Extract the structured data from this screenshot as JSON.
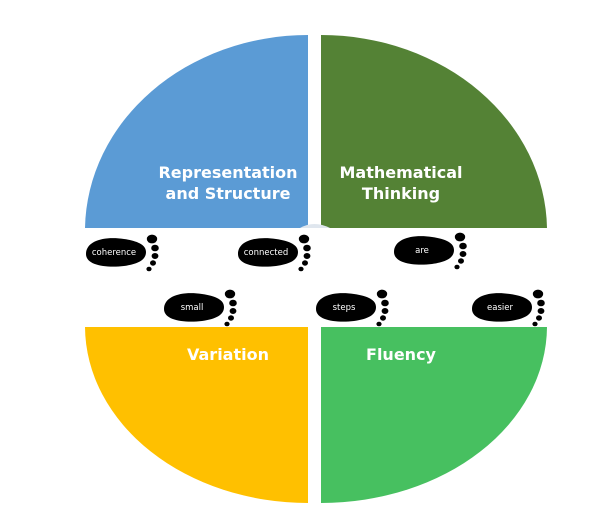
{
  "quadrants": [
    {
      "id": "tl",
      "label_lines": [
        "Representation",
        "and Structure"
      ],
      "color": "#5b9bd5"
    },
    {
      "id": "tr",
      "label_lines": [
        "Mathematical",
        "Thinking"
      ],
      "color": "#548235"
    },
    {
      "id": "bl",
      "label_lines": [
        "Variation"
      ],
      "color": "#ffc000"
    },
    {
      "id": "br",
      "label_lines": [
        "Fluency"
      ],
      "color": "#47c060"
    }
  ],
  "footprints": [
    {
      "word": "coherence",
      "direction": "right"
    },
    {
      "word": "connected",
      "direction": "right"
    },
    {
      "word": "are",
      "direction": "right"
    },
    {
      "word": "small",
      "direction": "right"
    },
    {
      "word": "steps",
      "direction": "right"
    },
    {
      "word": "easier",
      "direction": "right"
    }
  ]
}
